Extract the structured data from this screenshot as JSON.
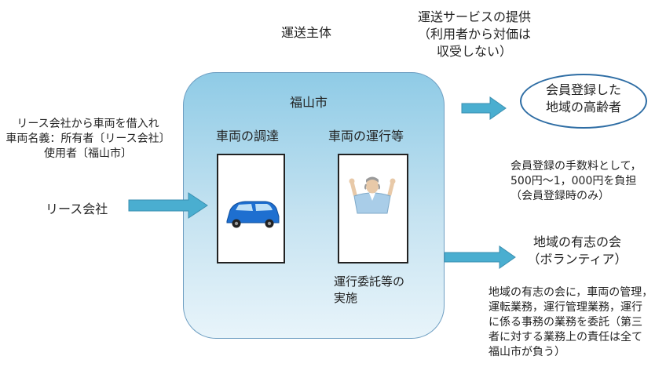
{
  "colors": {
    "arrow": "#4aaed0",
    "arrow_outline": "#3a8fb0",
    "box_top": "#8fcbe6",
    "box_bottom": "#e8f4fa",
    "ellipse_border": "#2e6da4",
    "car": "#1e6fd0"
  },
  "header": {
    "operator_label": "運送主体"
  },
  "service": {
    "lines": [
      "運送サービスの提供",
      "（利用者から対価は",
      "収受しない）"
    ]
  },
  "city": {
    "title": "福山市",
    "procurement_label": "車両の調達",
    "operation_label": "車両の運行等",
    "consignment_lines": [
      "運行委託等の",
      "実施"
    ]
  },
  "lease": {
    "company": "リース会社",
    "note_lines": [
      "リース会社から車両を借入れ",
      "車両名義：所有者〔リース会社〕",
      "使用者〔福山市〕"
    ]
  },
  "members": {
    "lines": [
      "会員登録した",
      "地域の高齢者"
    ],
    "fee_lines": [
      "会員登録の手数料として，",
      "500円～1，000円を負担",
      "（会員登録時のみ）"
    ]
  },
  "volunteers": {
    "lines": [
      "地域の有志の会",
      "（ボランティア）"
    ],
    "note_lines": [
      "地域の有志の会に，車両の管理，",
      "運転業務，運行管理業務，運行",
      "に係る事務の業務を委託（第三",
      "者に対する業務上の責任は全て",
      "福山市が負う）"
    ]
  },
  "icons": [
    "car-icon",
    "elderly-man-icon"
  ]
}
